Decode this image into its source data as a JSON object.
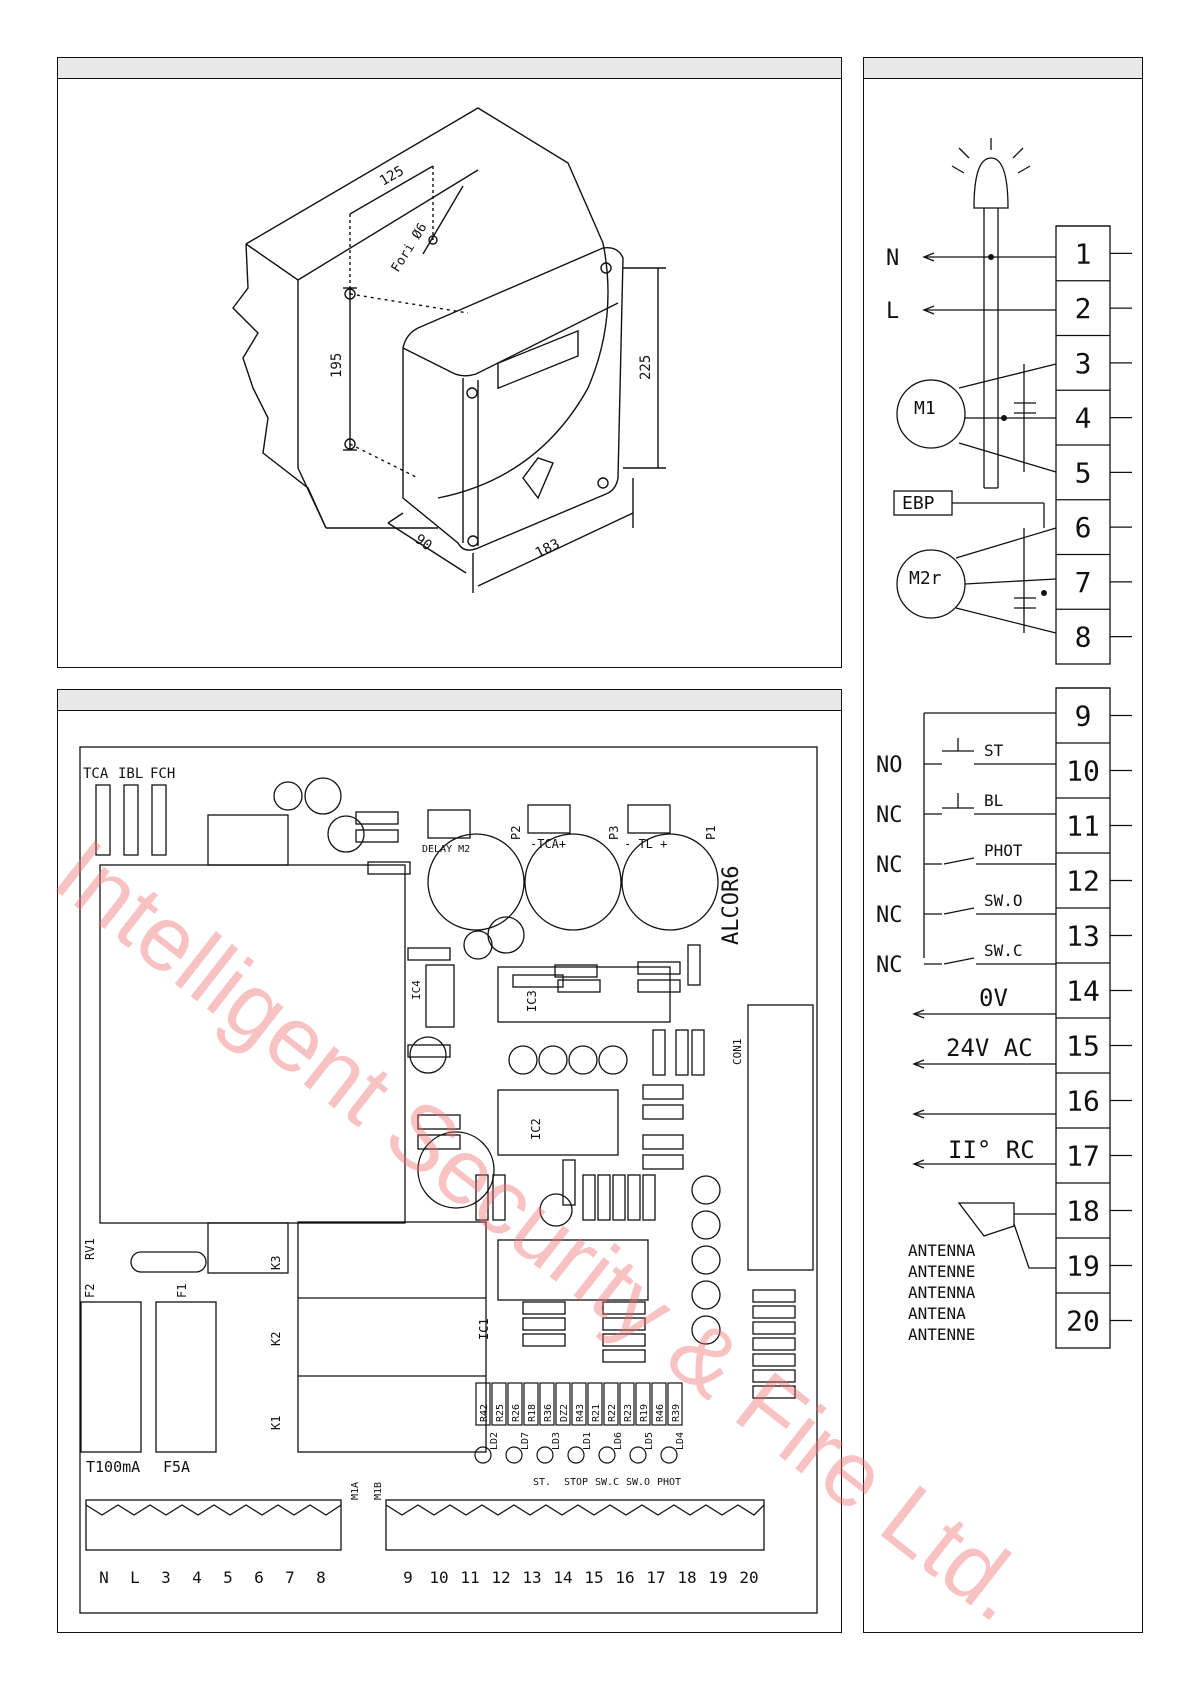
{
  "colors": {
    "ink": "#111111",
    "panel_head": "#e8e8e8",
    "watermark": "#f06e6e"
  },
  "dimensions": {
    "d125": "125",
    "d195": "195",
    "d225": "225",
    "d90": "90",
    "d183": "183",
    "holes": "Fori Ø6"
  },
  "terminals_top": [
    "1",
    "2",
    "3",
    "4",
    "5",
    "6",
    "7",
    "8"
  ],
  "terminals_bottom": [
    "9",
    "10",
    "11",
    "12",
    "13",
    "14",
    "15",
    "16",
    "17",
    "18",
    "19",
    "20"
  ],
  "wiring": {
    "n": "N",
    "l": "L",
    "m1": "M1",
    "m2r": "M2r",
    "ebp": "EBP",
    "st": "ST",
    "bl": "BL",
    "phot": "PHOT",
    "swo": "SW.O",
    "swc": "SW.C",
    "no": "NO",
    "nc": "NC",
    "ov": "0V",
    "v24": "24V AC",
    "rc": "II° RC",
    "antenna": [
      "ANTENNA",
      "ANTENNE",
      "ANTENNA",
      "ANTENA",
      "ANTENNE"
    ]
  },
  "board": {
    "name": "ALCOR6",
    "top_labels": {
      "tca": "TCA",
      "ibl": "IBL",
      "fch": "FCH"
    },
    "fuses": {
      "f2": "F2",
      "f1": "F1",
      "t100": "T100mA",
      "f5a": "F5A",
      "rv1": "RV1"
    },
    "relays": [
      "K3",
      "K2",
      "K1"
    ],
    "pots": {
      "p2": "P2",
      "p3": "P3",
      "p1": "P1",
      "tca_plus": "-TCA+",
      "tl": "- TL +",
      "delay": "DELAY M2"
    },
    "ics": [
      "IC1",
      "IC2",
      "IC3",
      "IC4"
    ],
    "leds": [
      "LD2",
      "LD7",
      "LD3",
      "LD1",
      "LD6",
      "LD5",
      "LD4"
    ],
    "led_labels": [
      "ST.",
      "STOP",
      "SW.C",
      "SW.O",
      "PHOT"
    ],
    "resistor_row": [
      "R42",
      "R25",
      "R26",
      "R18",
      "R36",
      "DZ2",
      "R43",
      "R21",
      "R22",
      "R23",
      "R19",
      "R46",
      "R39"
    ],
    "conn": {
      "con1": "CON1",
      "m1a": "M1A",
      "m1b": "M1B"
    },
    "terminal_labels": [
      "N",
      "L",
      "3",
      "4",
      "5",
      "6",
      "7",
      "8",
      "9",
      "10",
      "11",
      "12",
      "13",
      "14",
      "15",
      "16",
      "17",
      "18",
      "19",
      "20"
    ]
  },
  "watermark": "Intelligent Security & Fire Ltd."
}
